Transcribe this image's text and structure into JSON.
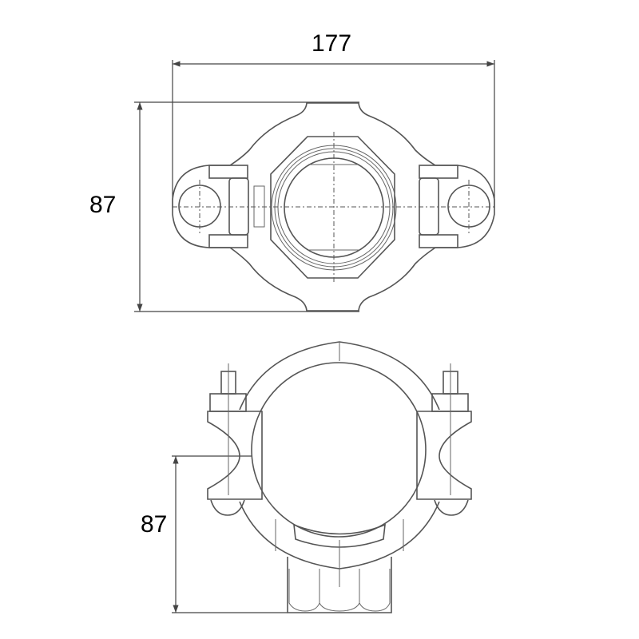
{
  "drawing": {
    "top_view": {
      "width_dimension": "177",
      "height_dimension": "87"
    },
    "front_view": {
      "height_dimension": "87"
    },
    "line_color": "#555555"
  }
}
